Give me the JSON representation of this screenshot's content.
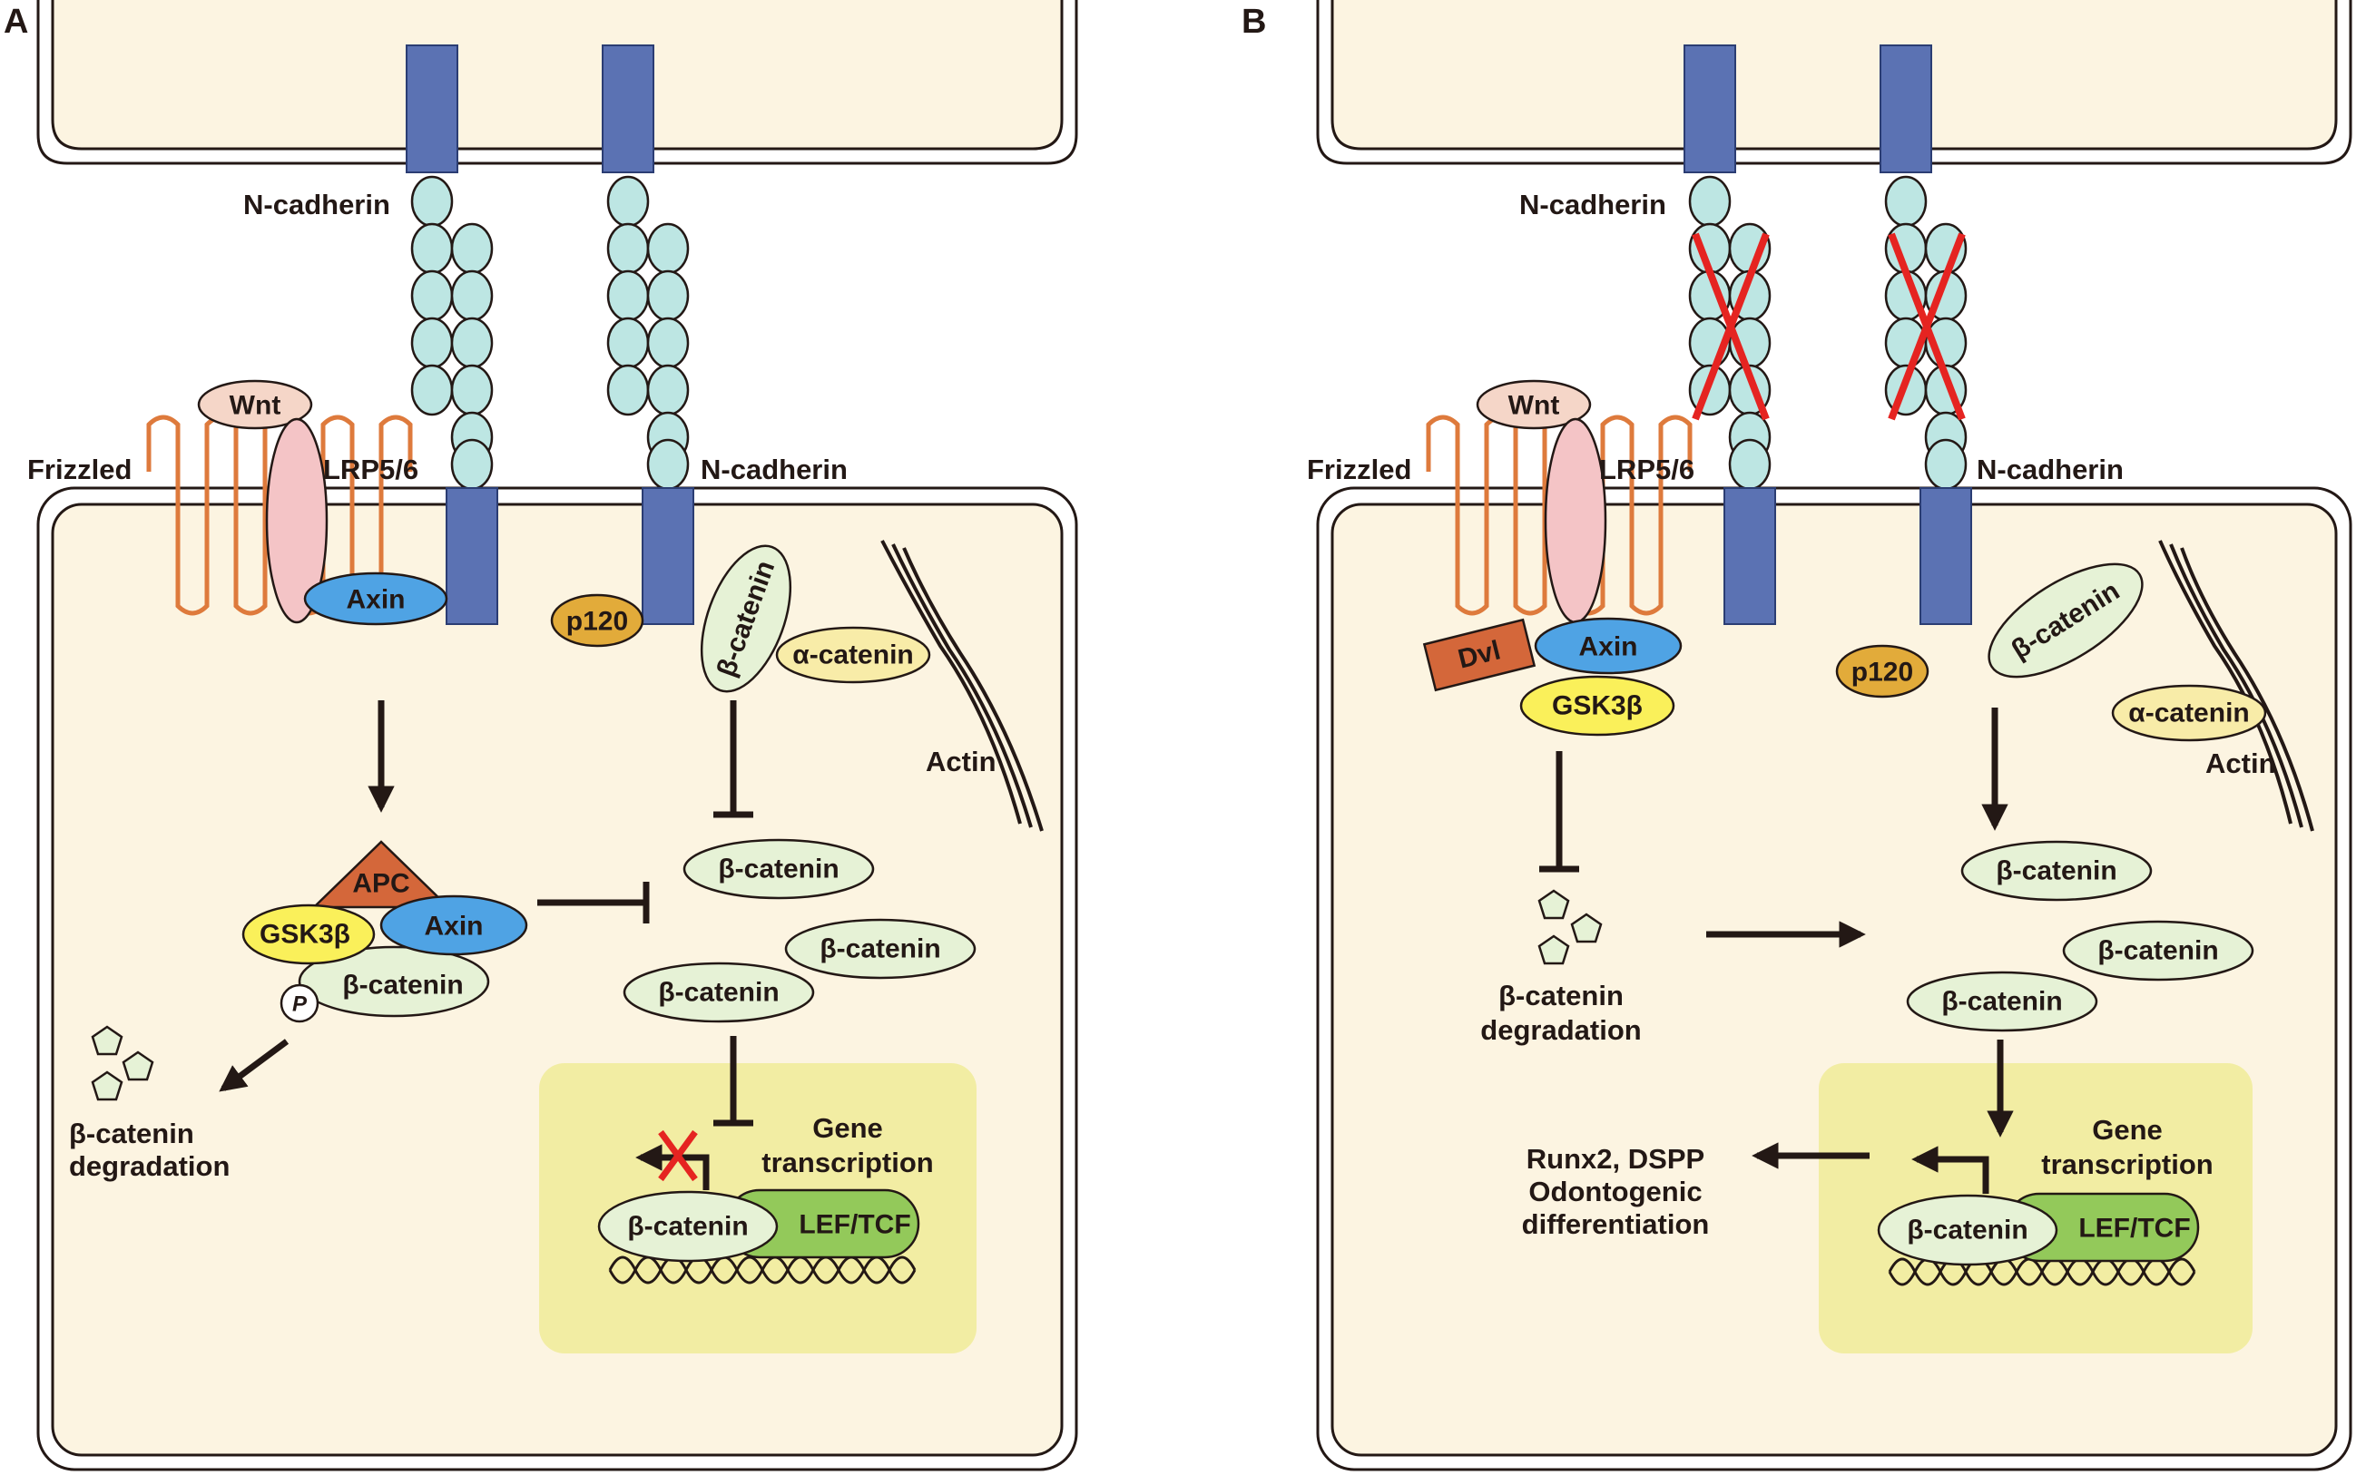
{
  "panels": [
    {
      "id": "A",
      "letter": "A",
      "labels": {
        "ncad_top": "N-cadherin",
        "ncad_right": "N-cadherin",
        "wnt": "Wnt",
        "frizzled": "Frizzled",
        "lrp": "LRP5/6",
        "axin": "Axin",
        "p120": "p120",
        "bcat_membrane": "β-catenin",
        "acat": "α-catenin",
        "actin": "Actin",
        "apc": "APC",
        "gsk": "GSK3β",
        "axin_complex": "Axin",
        "bcat_complex": "β-catenin",
        "phospho": "P",
        "bcat_free_1": "β-catenin",
        "bcat_free_2": "β-catenin",
        "bcat_free_3": "β-catenin",
        "degradation_line1": "β-catenin",
        "degradation_line2": "degradation",
        "gene_line1": "Gene",
        "gene_line2": "transcription",
        "bcat_nuclear": "β-catenin",
        "lef": "LEF/TCF"
      }
    },
    {
      "id": "B",
      "letter": "B",
      "labels": {
        "ncad_top": "N-cadherin",
        "ncad_right": "N-cadherin",
        "wnt": "Wnt",
        "frizzled": "Frizzled",
        "lrp": "LRP5/6",
        "dvl": "Dvl",
        "axin": "Axin",
        "gsk": "GSK3β",
        "p120": "p120",
        "bcat_membrane": "β-catenin",
        "acat": "α-catenin",
        "actin": "Actin",
        "degradation_line1": "β-catenin",
        "degradation_line2": "degradation",
        "bcat_free_1": "β-catenin",
        "bcat_free_2": "β-catenin",
        "bcat_free_3": "β-catenin",
        "gene_line1": "Gene",
        "gene_line2": "transcription",
        "bcat_nuclear": "β-catenin",
        "lef": "LEF/TCF",
        "outcome_line1": "Runx2, DSPP",
        "outcome_line2": "Odontogenic",
        "outcome_line3": "differentiation"
      }
    }
  ],
  "colors": {
    "cell_fill": "#FCF4E1",
    "cadherin_box": "#5B72B3",
    "cadherin_domain": "#BDE6E3",
    "frizzled": "#DE7A3C",
    "wnt": "#F5D6C8",
    "lrp": "#F4C4C6",
    "axin": "#4FA3E4",
    "gsk": "#FAF05A",
    "apc": "#D4673A",
    "dvl": "#D4673A",
    "p120": "#E2AB3A",
    "beta_catenin": "#E6F2D6",
    "alpha_catenin": "#F8ECA8",
    "lef_tcf": "#93C95A",
    "nucleus": "#F2EDA3",
    "inhibition_cross": "#E52421",
    "arrow": "#231815"
  }
}
